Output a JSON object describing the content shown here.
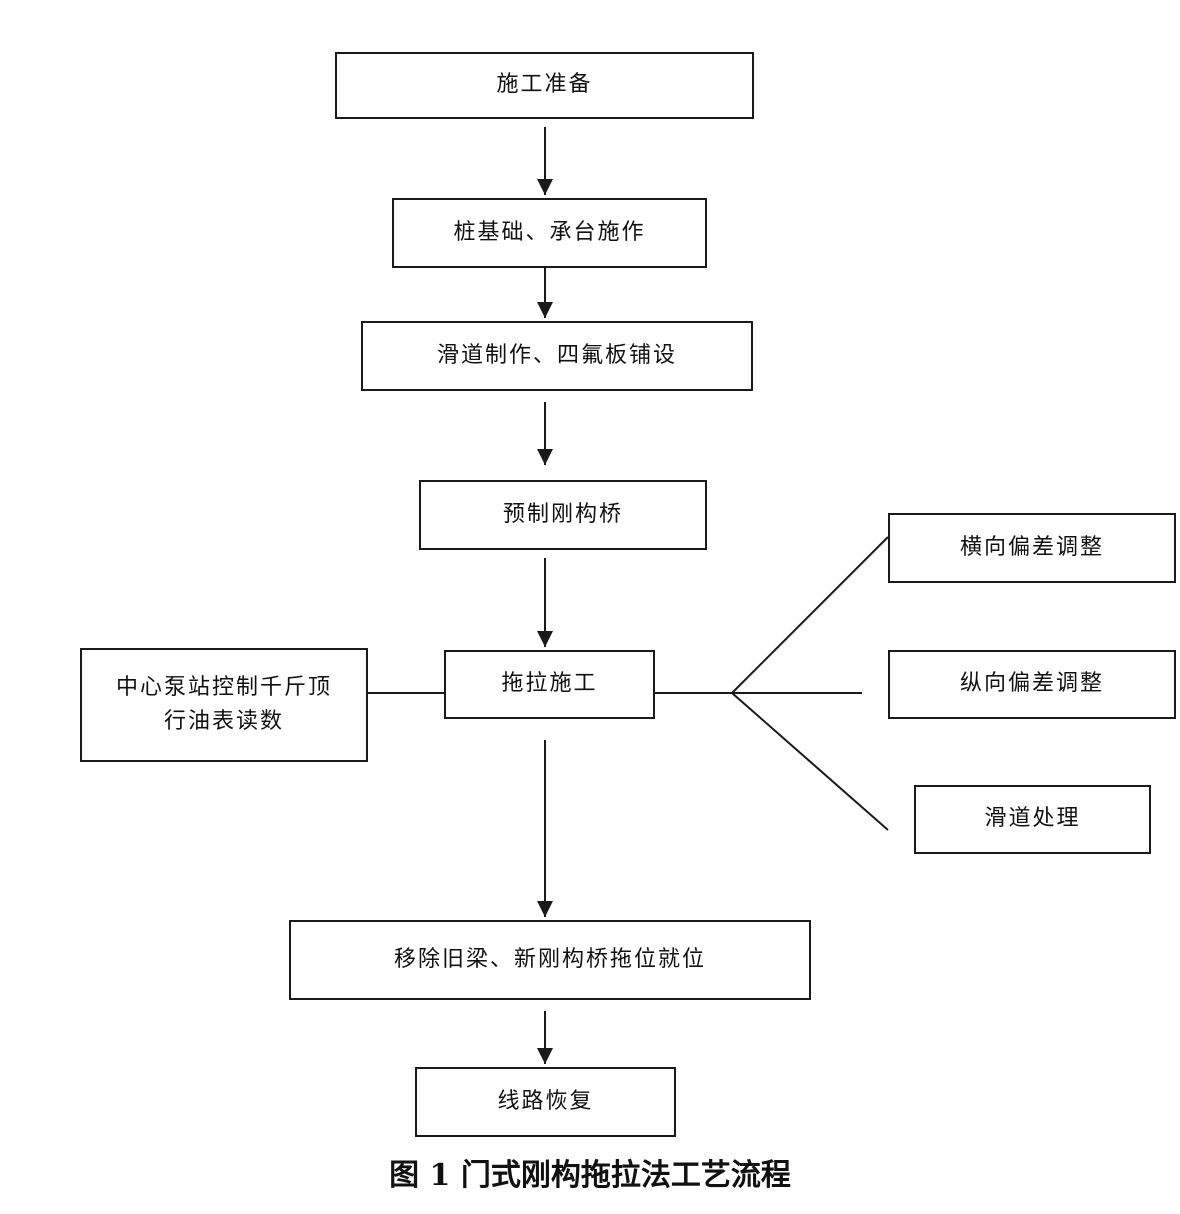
{
  "flowchart": {
    "steps": [
      "施工准备",
      "桩基础、承台施作",
      "滑道制作、四氟板铺设",
      "预制刚构桥",
      "拖拉施工",
      "移除旧梁、新刚构桥拖位就位",
      "线路恢复"
    ],
    "side_left": {
      "line1": "中心泵站控制千斤顶",
      "line2": "行油表读数"
    },
    "side_right": [
      "横向偏差调整",
      "纵向偏差调整",
      "滑道处理"
    ]
  },
  "caption": "图 1  门式刚构拖拉法工艺流程"
}
